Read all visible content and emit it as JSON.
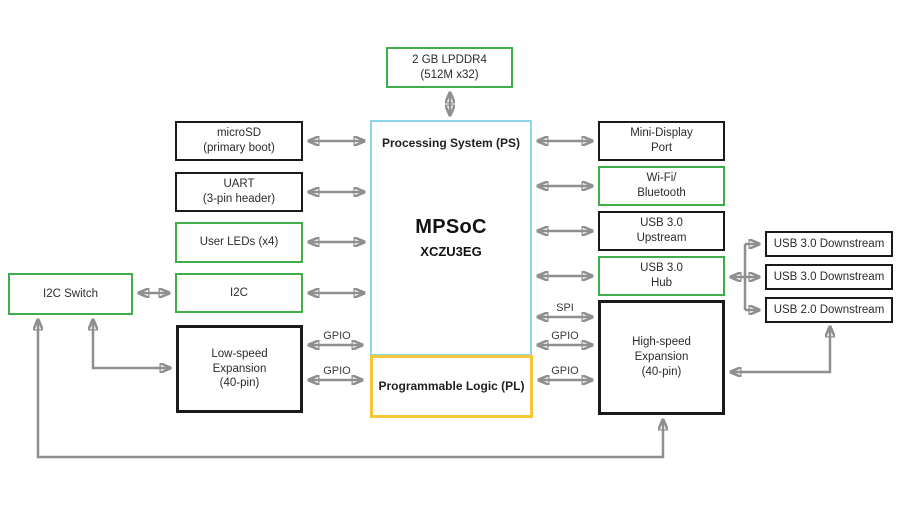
{
  "diagram_name": "MPSoC board block diagram",
  "colors": {
    "accent_green": "#3fae49",
    "accent_blue": "#8dd6e8",
    "accent_yellow": "#f5c738",
    "box_black": "#1a1a1a",
    "arrow_gray": "#8f8f8f"
  },
  "chip": {
    "ps_label": "Processing System (PS)",
    "name": "MPSoC",
    "part": "XCZU3EG",
    "pl_label": "Programmable Logic (PL)"
  },
  "blocks": {
    "lpddr4": {
      "lines": [
        "2 GB LPDDR4",
        "(512M x32)"
      ]
    },
    "microsd": {
      "lines": [
        "microSD",
        "(primary boot)"
      ]
    },
    "uart": {
      "lines": [
        "UART",
        "(3-pin header)"
      ]
    },
    "user_leds": {
      "lines": [
        "User LEDs (x4)"
      ]
    },
    "i2c": {
      "lines": [
        "I2C"
      ]
    },
    "i2c_switch": {
      "lines": [
        "I2C Switch"
      ]
    },
    "low_speed": {
      "lines": [
        "Low-speed",
        "Expansion",
        "(40-pin)"
      ]
    },
    "mini_display": {
      "lines": [
        "Mini-Display",
        "Port"
      ]
    },
    "wifi_bt": {
      "lines": [
        "Wi-Fi/",
        "Bluetooth"
      ]
    },
    "usb3_upstream": {
      "lines": [
        "USB 3.0",
        "Upstream"
      ]
    },
    "usb3_hub": {
      "lines": [
        "USB 3.0",
        "Hub"
      ]
    },
    "high_speed": {
      "lines": [
        "High-speed",
        "Expansion",
        "(40-pin)"
      ]
    },
    "usb3_down_1": {
      "lines": [
        "USB 3.0 Downstream"
      ]
    },
    "usb3_down_2": {
      "lines": [
        "USB 3.0 Downstream"
      ]
    },
    "usb2_down": {
      "lines": [
        "USB 2.0 Downstream"
      ]
    }
  },
  "bus_labels": {
    "gpio_ps_left": "GPIO",
    "gpio_pl_left": "GPIO",
    "spi": "SPI",
    "gpio_ps_right": "GPIO",
    "gpio_pl_right": "GPIO"
  }
}
